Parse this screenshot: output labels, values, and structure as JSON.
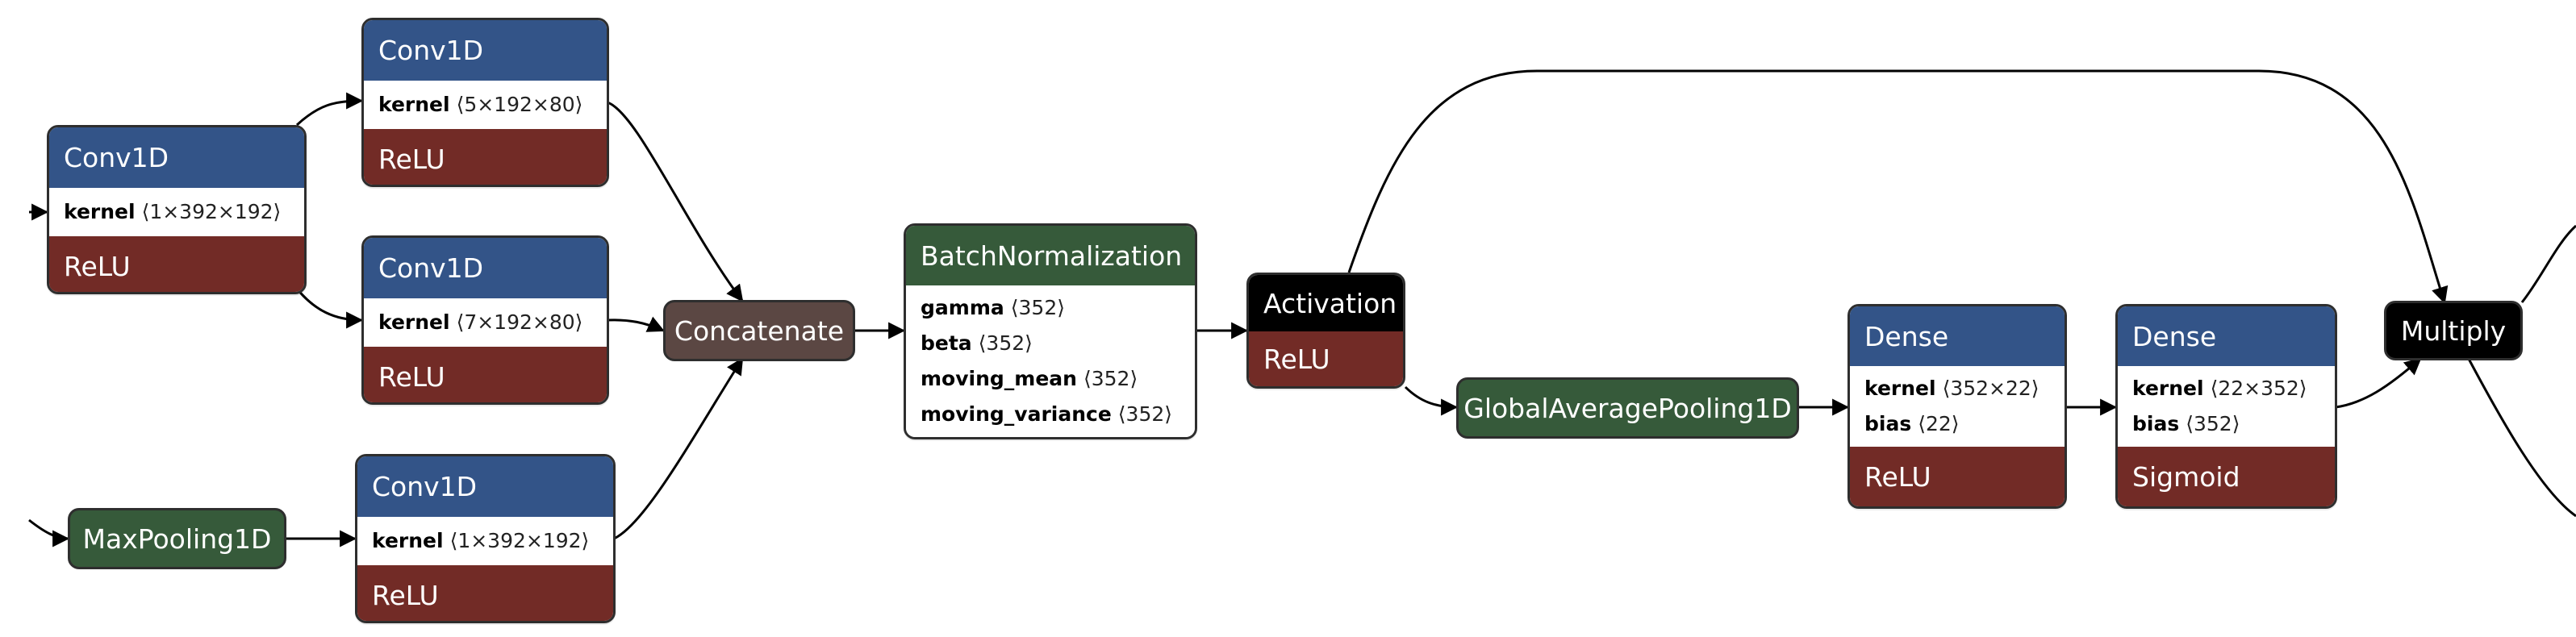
{
  "colors": {
    "layer": "#335488",
    "activation": "#722b26",
    "pooling": "#365a3a",
    "merge": "#5b4743",
    "control": "#000000",
    "edge": "#000000"
  },
  "nodes": {
    "conv_a": {
      "title": "Conv1D",
      "params": [
        {
          "name": "kernel",
          "shape": "⟨1×392×192⟩"
        }
      ],
      "activation": "ReLU"
    },
    "conv_b": {
      "title": "Conv1D",
      "params": [
        {
          "name": "kernel",
          "shape": "⟨5×192×80⟩"
        }
      ],
      "activation": "ReLU"
    },
    "conv_c": {
      "title": "Conv1D",
      "params": [
        {
          "name": "kernel",
          "shape": "⟨7×192×80⟩"
        }
      ],
      "activation": "ReLU"
    },
    "conv_d": {
      "title": "Conv1D",
      "params": [
        {
          "name": "kernel",
          "shape": "⟨1×392×192⟩"
        }
      ],
      "activation": "ReLU"
    },
    "maxpool": {
      "title": "MaxPooling1D"
    },
    "concat": {
      "title": "Concatenate"
    },
    "batchnorm": {
      "title": "BatchNormalization",
      "params": [
        {
          "name": "gamma",
          "shape": "⟨352⟩"
        },
        {
          "name": "beta",
          "shape": "⟨352⟩"
        },
        {
          "name": "moving_mean",
          "shape": "⟨352⟩"
        },
        {
          "name": "moving_variance",
          "shape": "⟨352⟩"
        }
      ]
    },
    "activation": {
      "title": "Activation",
      "activation": "ReLU"
    },
    "gap": {
      "title": "GlobalAveragePooling1D"
    },
    "dense_a": {
      "title": "Dense",
      "params": [
        {
          "name": "kernel",
          "shape": "⟨352×22⟩"
        },
        {
          "name": "bias",
          "shape": "⟨22⟩"
        }
      ],
      "activation": "ReLU"
    },
    "dense_b": {
      "title": "Dense",
      "params": [
        {
          "name": "kernel",
          "shape": "⟨22×352⟩"
        },
        {
          "name": "bias",
          "shape": "⟨352⟩"
        }
      ],
      "activation": "Sigmoid"
    },
    "multiply": {
      "title": "Multiply"
    }
  }
}
